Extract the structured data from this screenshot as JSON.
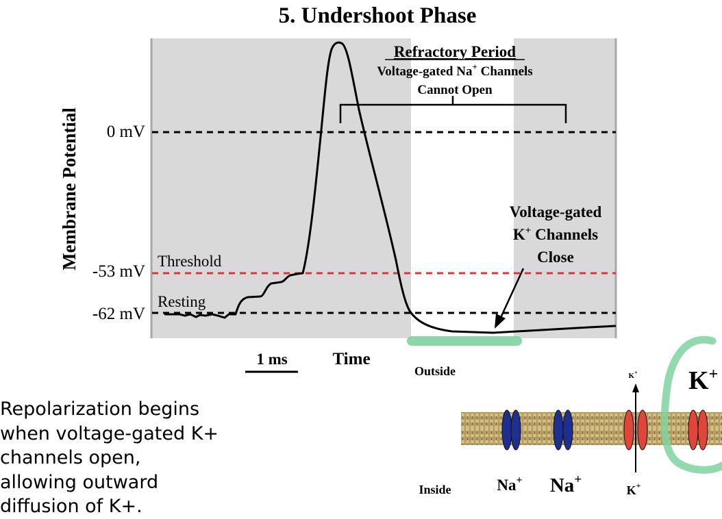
{
  "title": "5. Undershoot Phase",
  "y_axis_label": "Membrane Potential",
  "x_axis_label": "Time",
  "scale_bar_label": "1 ms",
  "voltage_levels": {
    "zero": "0 mV",
    "threshold": "-53 mV",
    "resting": "-62 mV"
  },
  "threshold_label": "Threshold",
  "resting_label": "Resting",
  "refractory": {
    "title": "Refractory Period",
    "line1_prefix": "Voltage-gated Na",
    "line1_sup": "+",
    "line1_suffix": " Channels",
    "line2": "Cannot Open"
  },
  "k_close": {
    "line1": "Voltage-gated",
    "line2_prefix": "K",
    "line2_sup": "+",
    "line2_suffix": " Channels",
    "line3": "Close"
  },
  "membrane": {
    "outside_label": "Outside",
    "inside_label": "Inside",
    "na_label": "Na",
    "na_sup": "+",
    "k_small": "K",
    "k_sup": "+",
    "k_big": "K"
  },
  "caption_lines": [
    "Repolarization begins",
    "when voltage-gated K+",
    "channels open,",
    "allowing outward",
    "diffusion of K+."
  ],
  "colors": {
    "plot_gray": "#d9d9d9",
    "threshold_red": "#d9383a",
    "highlight_green": "#7fd3a0",
    "na_channel_blue": "#1f2f8f",
    "k_channel_red": "#e0453a",
    "membrane_tan": "#b9a36a"
  }
}
